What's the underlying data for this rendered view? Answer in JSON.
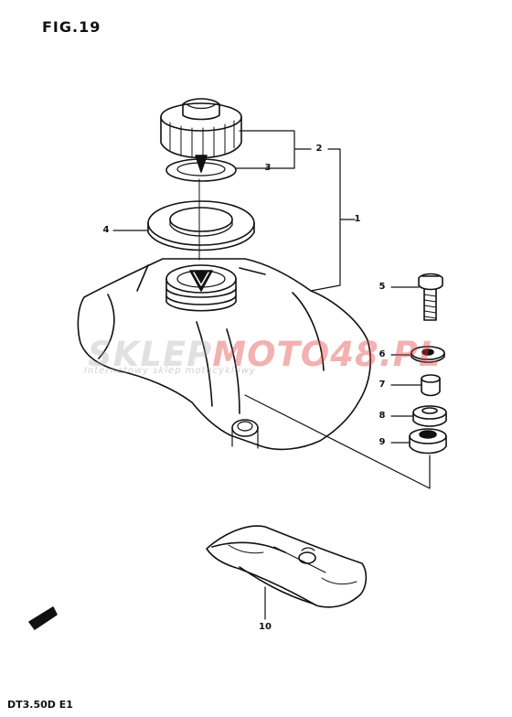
{
  "figure": {
    "title": "FIG.19",
    "model_code": "DT3.50D E1"
  },
  "watermark": {
    "main_plain": "SKLEP",
    "main_accent": "MOTO48.PL",
    "sub": "Internetowy sklep motocyklowy"
  },
  "callouts": [
    "1",
    "2",
    "3",
    "4",
    "5",
    "6",
    "7",
    "8",
    "9",
    "10"
  ],
  "colors": {
    "ink": "#111111",
    "watermark_accent": "#e03c3c",
    "background": "#ffffff"
  }
}
